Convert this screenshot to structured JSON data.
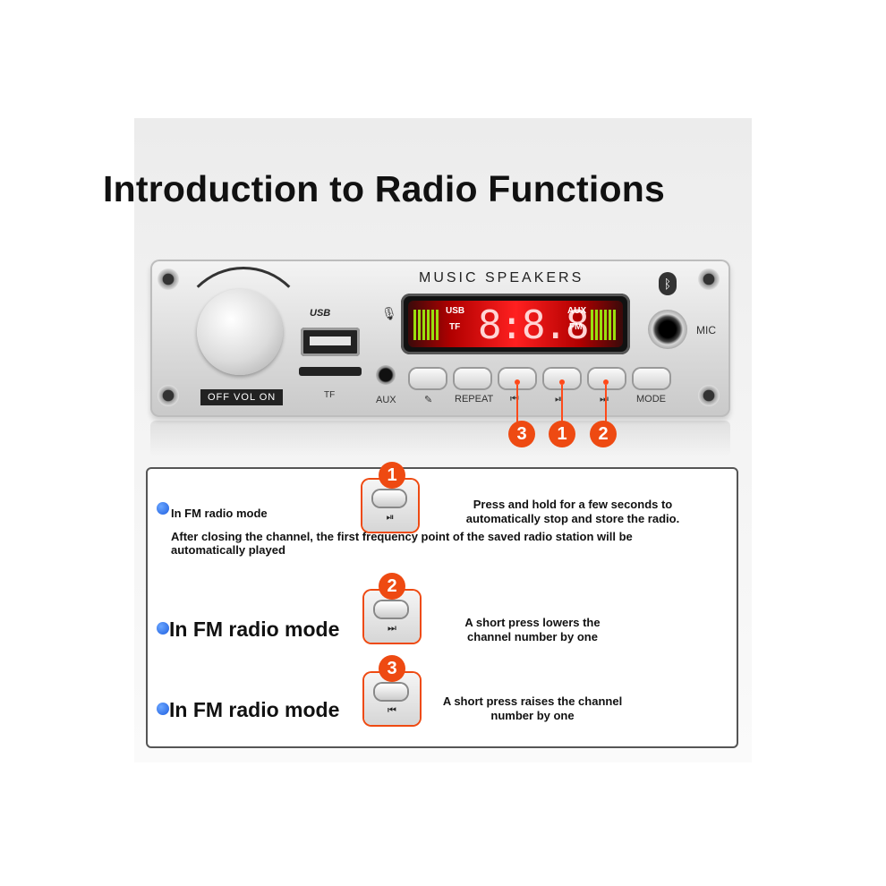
{
  "title": "Introduction to Radio Functions",
  "device": {
    "brand": "MUSIC   SPEAKERS",
    "usb_logo": "USB",
    "tf_label": "TF",
    "aux_label": "AUX",
    "mic_label": "MIC",
    "vol_label": "OFF  VOL  ON",
    "display": {
      "left_top": "USB",
      "left_bottom": "TF",
      "digits": "8:8.8",
      "right_top": "AUX",
      "right_bottom": "FM"
    },
    "buttons": [
      {
        "label": "",
        "glyph": "mic"
      },
      {
        "label": "REPEAT",
        "glyph": ""
      },
      {
        "label": "⏮",
        "glyph": "prev"
      },
      {
        "label": "⏯",
        "glyph": "play-pause"
      },
      {
        "label": "⏭",
        "glyph": "next"
      },
      {
        "label": "MODE",
        "glyph": ""
      }
    ],
    "callouts": [
      "3",
      "1",
      "2"
    ],
    "accent_color": "#ee4a12"
  },
  "instructions": [
    {
      "number": "1",
      "mode": "In FM radio mode",
      "button_glyph": "⏯",
      "description": "Press and hold for a few seconds to automatically stop and store the radio.",
      "note": "After closing the channel, the first frequency point of the saved radio station will be automatically played"
    },
    {
      "number": "2",
      "mode": "In FM radio mode",
      "button_glyph": "⏭",
      "description": "A short press lowers the channel number by one"
    },
    {
      "number": "3",
      "mode": "In FM radio mode",
      "button_glyph": "⏮",
      "description": "A short press raises the channel number by one"
    }
  ]
}
